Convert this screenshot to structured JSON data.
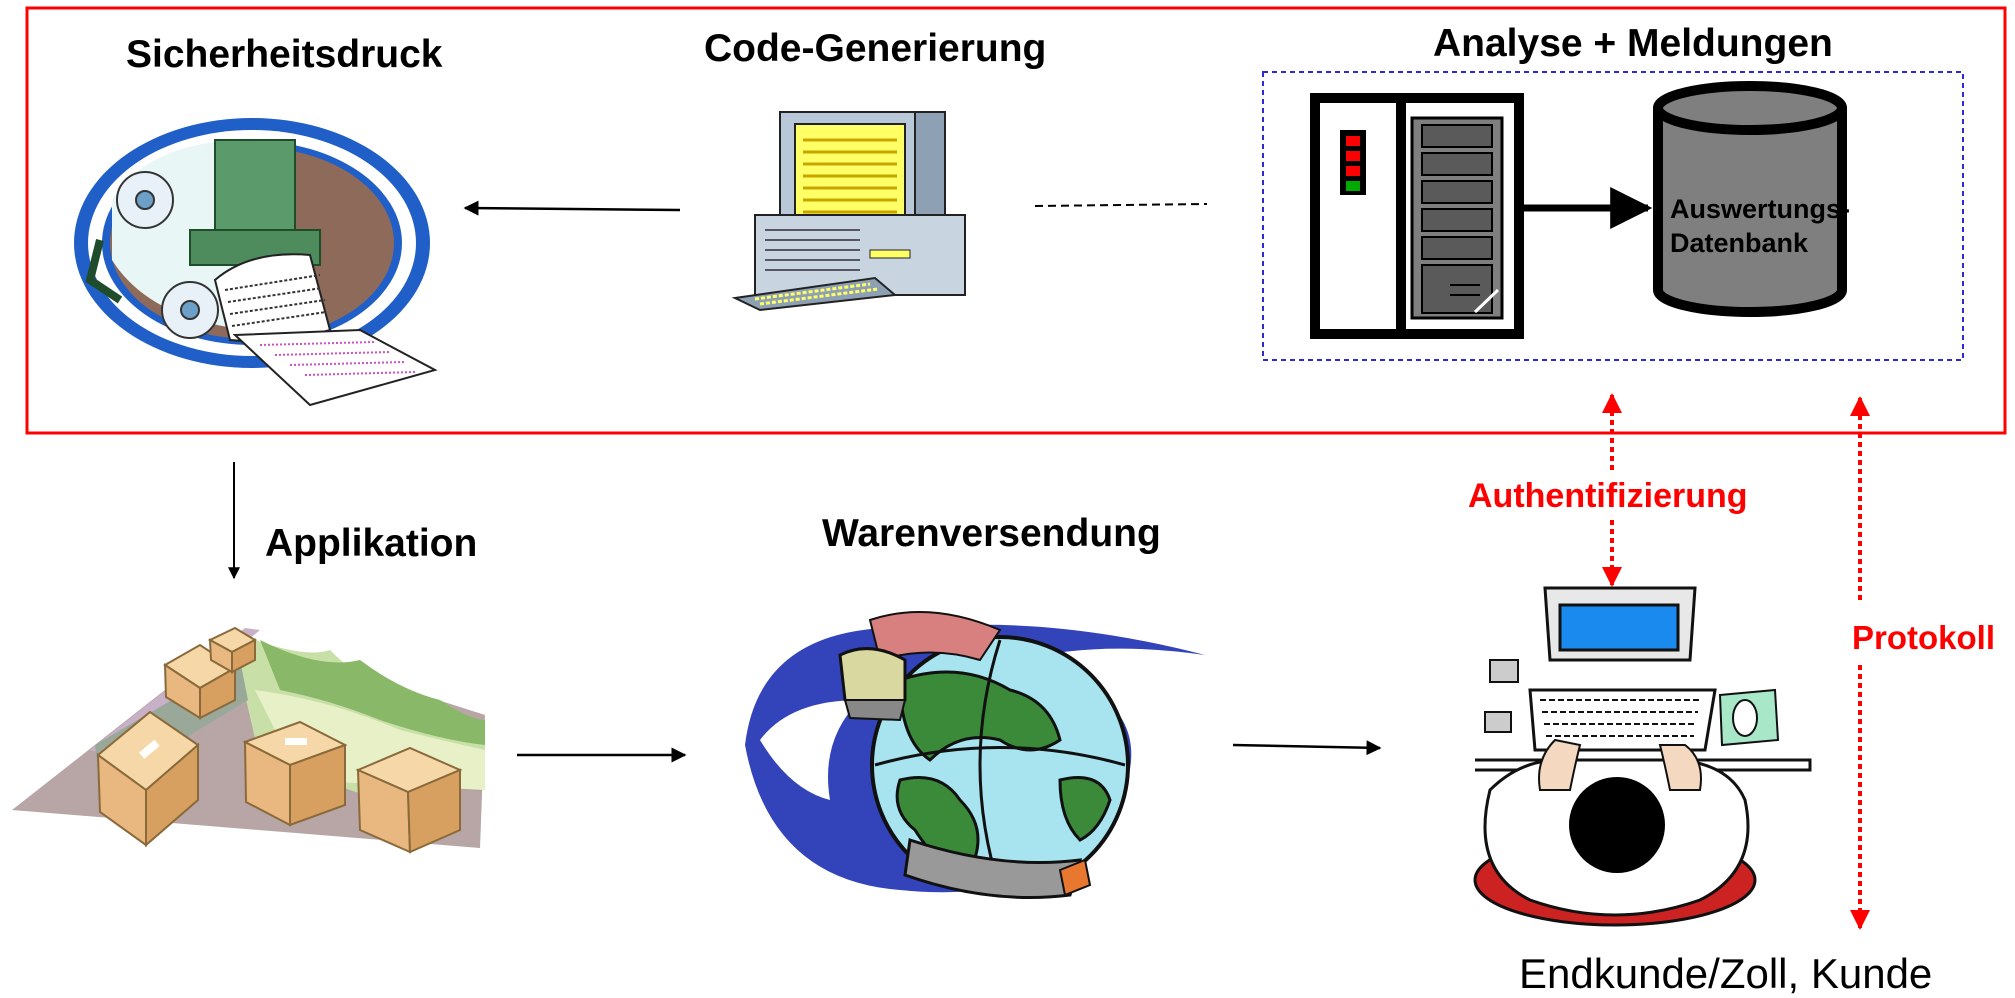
{
  "labels": {
    "security_print": "Sicherheitsdruck",
    "code_generation": "Code-Generierung",
    "analysis": "Analyse + Meldungen",
    "database": "Auswertungs-\nDatenbank",
    "application": "Applikation",
    "shipping": "Warenversendung",
    "authentication": "Authentifizierung",
    "protocol": "Protokoll",
    "end_customer": "Endkunde/Zoll, Kunde"
  },
  "colors": {
    "frame_red": "#ff0000",
    "dashed_blue": "#2b2bd6",
    "arrow_red": "#ff0000",
    "database_gray": "#7f7f7f",
    "monitor_yellow": "#ffff66",
    "globe_blue": "#3344bb"
  }
}
